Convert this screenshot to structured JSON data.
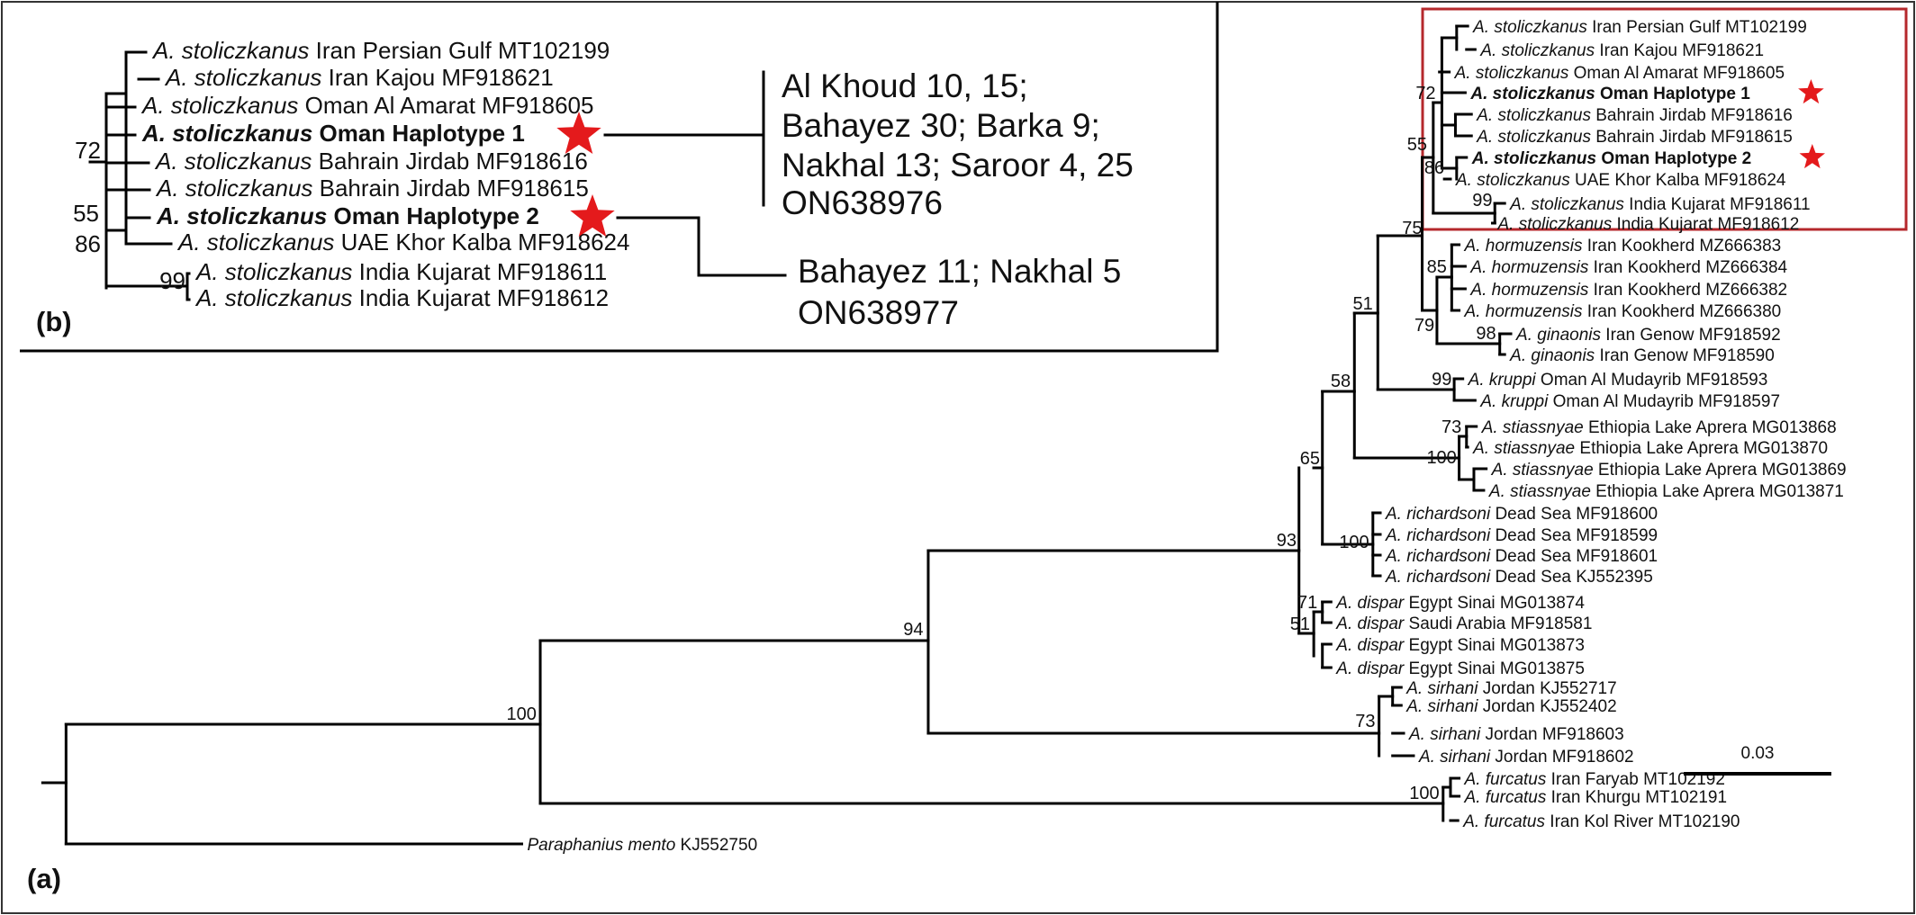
{
  "panel_a": {
    "label": "(a)",
    "scale_bar": "0.03",
    "tips": [
      {
        "species": "A. stoliczkanus",
        "rest": "Iran Persian Gulf MT102199",
        "bold": false,
        "star": false
      },
      {
        "species": "A. stoliczkanus",
        "rest": "Iran Kajou MF918621",
        "bold": false,
        "star": false
      },
      {
        "species": "A. stoliczkanus",
        "rest": "Oman Al Amarat MF918605",
        "bold": false,
        "star": false
      },
      {
        "species": "A. stoliczkanus",
        "rest": "Oman Haplotype 1",
        "bold": true,
        "star": true
      },
      {
        "species": "A. stoliczkanus",
        "rest": "Bahrain Jirdab MF918616",
        "bold": false,
        "star": false
      },
      {
        "species": "A. stoliczkanus",
        "rest": "Bahrain Jirdab MF918615",
        "bold": false,
        "star": false
      },
      {
        "species": "A. stoliczkanus",
        "rest": "Oman Haplotype 2",
        "bold": true,
        "star": true
      },
      {
        "species": "A. stoliczkanus",
        "rest": "UAE Khor Kalba MF918624",
        "bold": false,
        "star": false
      },
      {
        "species": "A. stoliczkanus",
        "rest": "India Kujarat MF918611",
        "bold": false,
        "star": false
      },
      {
        "species": "A. stoliczkanus",
        "rest": "India Kujarat MF918612",
        "bold": false,
        "star": false
      },
      {
        "species": "A. hormuzensis",
        "rest": "Iran Kookherd MZ666383",
        "bold": false,
        "star": false
      },
      {
        "species": "A. hormuzensis",
        "rest": "Iran Kookherd MZ666384",
        "bold": false,
        "star": false
      },
      {
        "species": "A. hormuzensis",
        "rest": "Iran Kookherd MZ666382",
        "bold": false,
        "star": false
      },
      {
        "species": "A. hormuzensis",
        "rest": "Iran Kookherd MZ666380",
        "bold": false,
        "star": false
      },
      {
        "species": "A. ginaonis",
        "rest": "Iran Genow MF918592",
        "bold": false,
        "star": false
      },
      {
        "species": "A. ginaonis",
        "rest": "Iran Genow MF918590",
        "bold": false,
        "star": false
      },
      {
        "species": "A. kruppi",
        "rest": "Oman Al Mudayrib MF918593",
        "bold": false,
        "star": false
      },
      {
        "species": "A. kruppi",
        "rest": "Oman Al Mudayrib MF918597",
        "bold": false,
        "star": false
      },
      {
        "species": "A. stiassnyae",
        "rest": "Ethiopia Lake Aprera MG013868",
        "bold": false,
        "star": false
      },
      {
        "species": "A. stiassnyae",
        "rest": "Ethiopia Lake Aprera MG013870",
        "bold": false,
        "star": false
      },
      {
        "species": "A. stiassnyae",
        "rest": "Ethiopia Lake Aprera MG013869",
        "bold": false,
        "star": false
      },
      {
        "species": "A. stiassnyae",
        "rest": "Ethiopia Lake Aprera MG013871",
        "bold": false,
        "star": false
      },
      {
        "species": "A. richardsoni",
        "rest": "Dead Sea MF918600",
        "bold": false,
        "star": false
      },
      {
        "species": "A. richardsoni",
        "rest": "Dead Sea MF918599",
        "bold": false,
        "star": false
      },
      {
        "species": "A. richardsoni",
        "rest": "Dead Sea MF918601",
        "bold": false,
        "star": false
      },
      {
        "species": "A. richardsoni",
        "rest": "Dead Sea KJ552395",
        "bold": false,
        "star": false
      },
      {
        "species": "A. dispar",
        "rest": "Egypt Sinai MG013874",
        "bold": false,
        "star": false
      },
      {
        "species": "A. dispar",
        "rest": "Saudi Arabia MF918581",
        "bold": false,
        "star": false
      },
      {
        "species": "A. dispar",
        "rest": "Egypt Sinai MG013873",
        "bold": false,
        "star": false
      },
      {
        "species": "A. dispar",
        "rest": "Egypt Sinai MG013875",
        "bold": false,
        "star": false
      },
      {
        "species": "A. sirhani",
        "rest": "Jordan KJ552717",
        "bold": false,
        "star": false
      },
      {
        "species": "A. sirhani",
        "rest": "Jordan KJ552402",
        "bold": false,
        "star": false
      },
      {
        "species": "A. sirhani",
        "rest": "Jordan MF918603",
        "bold": false,
        "star": false
      },
      {
        "species": "A. sirhani",
        "rest": "Jordan MF918602",
        "bold": false,
        "star": false
      },
      {
        "species": "A. furcatus",
        "rest": "Iran Faryab MT102192",
        "bold": false,
        "star": false
      },
      {
        "species": "A. furcatus",
        "rest": "Iran Khurgu MT102191",
        "bold": false,
        "star": false
      },
      {
        "species": "A. furcatus",
        "rest": "Iran Kol River MT102190",
        "bold": false,
        "star": false
      },
      {
        "species": "Paraphanius mento",
        "rest": "KJ552750",
        "bold": false,
        "star": false
      }
    ],
    "support_values": [
      "72",
      "55",
      "86",
      "99",
      "75",
      "85",
      "79",
      "98",
      "51",
      "99",
      "58",
      "73",
      "100",
      "65",
      "100",
      "93",
      "71",
      "51",
      "94",
      "73",
      "100",
      "100"
    ]
  },
  "panel_b": {
    "label": "(b)",
    "tips": [
      {
        "species": "A. stoliczkanus",
        "rest": "Iran Persian Gulf MT102199",
        "bold": false,
        "star": false
      },
      {
        "species": "A. stoliczkanus",
        "rest": "Iran Kajou MF918621",
        "bold": false,
        "star": false
      },
      {
        "species": "A. stoliczkanus",
        "rest": "Oman Al Amarat MF918605",
        "bold": false,
        "star": false
      },
      {
        "species": "A. stoliczkanus",
        "rest": "Oman Haplotype 1",
        "bold": true,
        "star": true
      },
      {
        "species": "A. stoliczkanus",
        "rest": "Bahrain Jirdab MF918616",
        "bold": false,
        "star": false
      },
      {
        "species": "A. stoliczkanus",
        "rest": "Bahrain Jirdab MF918615",
        "bold": false,
        "star": false
      },
      {
        "species": "A. stoliczkanus",
        "rest": "Oman Haplotype 2",
        "bold": true,
        "star": true
      },
      {
        "species": "A. stoliczkanus",
        "rest": "UAE Khor Kalba MF918624",
        "bold": false,
        "star": false
      },
      {
        "species": "A. stoliczkanus",
        "rest": "India Kujarat MF918611",
        "bold": false,
        "star": false
      },
      {
        "species": "A. stoliczkanus",
        "rest": "India Kujarat MF918612",
        "bold": false,
        "star": false
      }
    ],
    "support_values": [
      "72",
      "55",
      "86",
      "99"
    ],
    "haplotype_1_populations": [
      "Al Khoud 10, 15;",
      "Bahayez 30; Barka 9;",
      "Nakhal 13; Saroor 4, 25",
      "ON638976"
    ],
    "haplotype_2_populations": [
      "Bahayez 11; Nakhal 5",
      "ON638977"
    ]
  },
  "colors": {
    "star": "#e41a1c",
    "highlight_box": "#b5282c",
    "lines": "#000000",
    "frame": "#333333"
  }
}
